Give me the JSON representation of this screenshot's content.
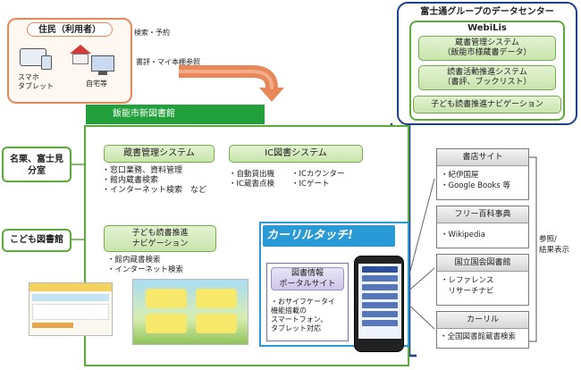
{
  "resident": {
    "title": "住民（利用者）",
    "smartphone": "スマホ\nタブレット",
    "home": "自宅等",
    "search_label": "検索・予約",
    "bookshelf_label": "書評・マイ本棚参照"
  },
  "datacenter": {
    "title": "富士通グループのデータセンター",
    "webilis": "WebiLis",
    "collection_system": "蔵書管理システム\n（飯能市様蔵書データ）",
    "reading_system": "読書活動推進システム\n（書評、ブックリスト）",
    "kids_nav": "子ども読書推進ナビゲーション"
  },
  "library": {
    "title": "飯能市新図書館",
    "collection_title": "蔵書管理システム",
    "collection_items": "・窓口業務、資料管理\n・館内蔵書検索\n・インターネット検索　など",
    "ic_title": "IC図書システム",
    "ic_col1": "・自動貸出機\n・IC蔵書点検",
    "ic_col2": "・ICカウンター\n・ICゲート",
    "kids_title": "子ども読書推進\nナビゲーション",
    "kids_items": "・館内蔵書検索\n・インターネット検索"
  },
  "branches": {
    "nagurisu": "名栗、富士見\n分室",
    "kodomo": "こども図書館"
  },
  "calil_touch": {
    "logo": "カーリルタッチ!",
    "portal_title": "図書情報\nポータルサイト",
    "portal_text": "・おサイフケータイ\n機能搭載の\nスマートフォン、\nタブレット対応"
  },
  "external": {
    "bookstore_title": "書店サイト",
    "bookstore_items": "・紀伊国屋\n・Google Books 等",
    "wiki_title": "フリー百科事典",
    "wiki_items": "・Wikipedia",
    "ndl_title": "国立国会図書館",
    "ndl_items": "・レファレンス\n　リサーチナビ",
    "calil_title": "カーリル",
    "calil_items": "・全国図書館蔵書検索",
    "side_label": "参照/\n結果表示"
  },
  "colors": {
    "orange": "#e8885a",
    "navy": "#1e3f8c",
    "green": "#5cab3a",
    "calil_blue": "#2a9ad6"
  }
}
